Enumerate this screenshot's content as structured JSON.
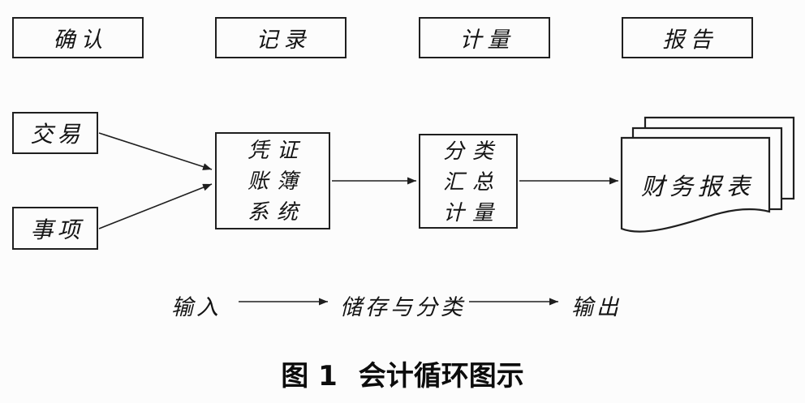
{
  "header": {
    "stages": [
      {
        "label": "确认"
      },
      {
        "label": "记录"
      },
      {
        "label": "计量"
      },
      {
        "label": "报告"
      }
    ]
  },
  "sources": [
    {
      "label": "交易"
    },
    {
      "label": "事项"
    }
  ],
  "processes": [
    {
      "lines": [
        "凭证",
        "账簿",
        "系统"
      ]
    },
    {
      "lines": [
        "分类",
        "汇总",
        "计量"
      ]
    }
  ],
  "output_document": {
    "label": "财务报表"
  },
  "flow": {
    "input": "输入",
    "storage": "储存与分类",
    "output": "输出"
  },
  "caption": {
    "figure": "图 1",
    "title": "会计循环图示"
  },
  "colors": {
    "line": "#1f1f1f",
    "text": "#141414",
    "background": "#fcfcfc"
  }
}
